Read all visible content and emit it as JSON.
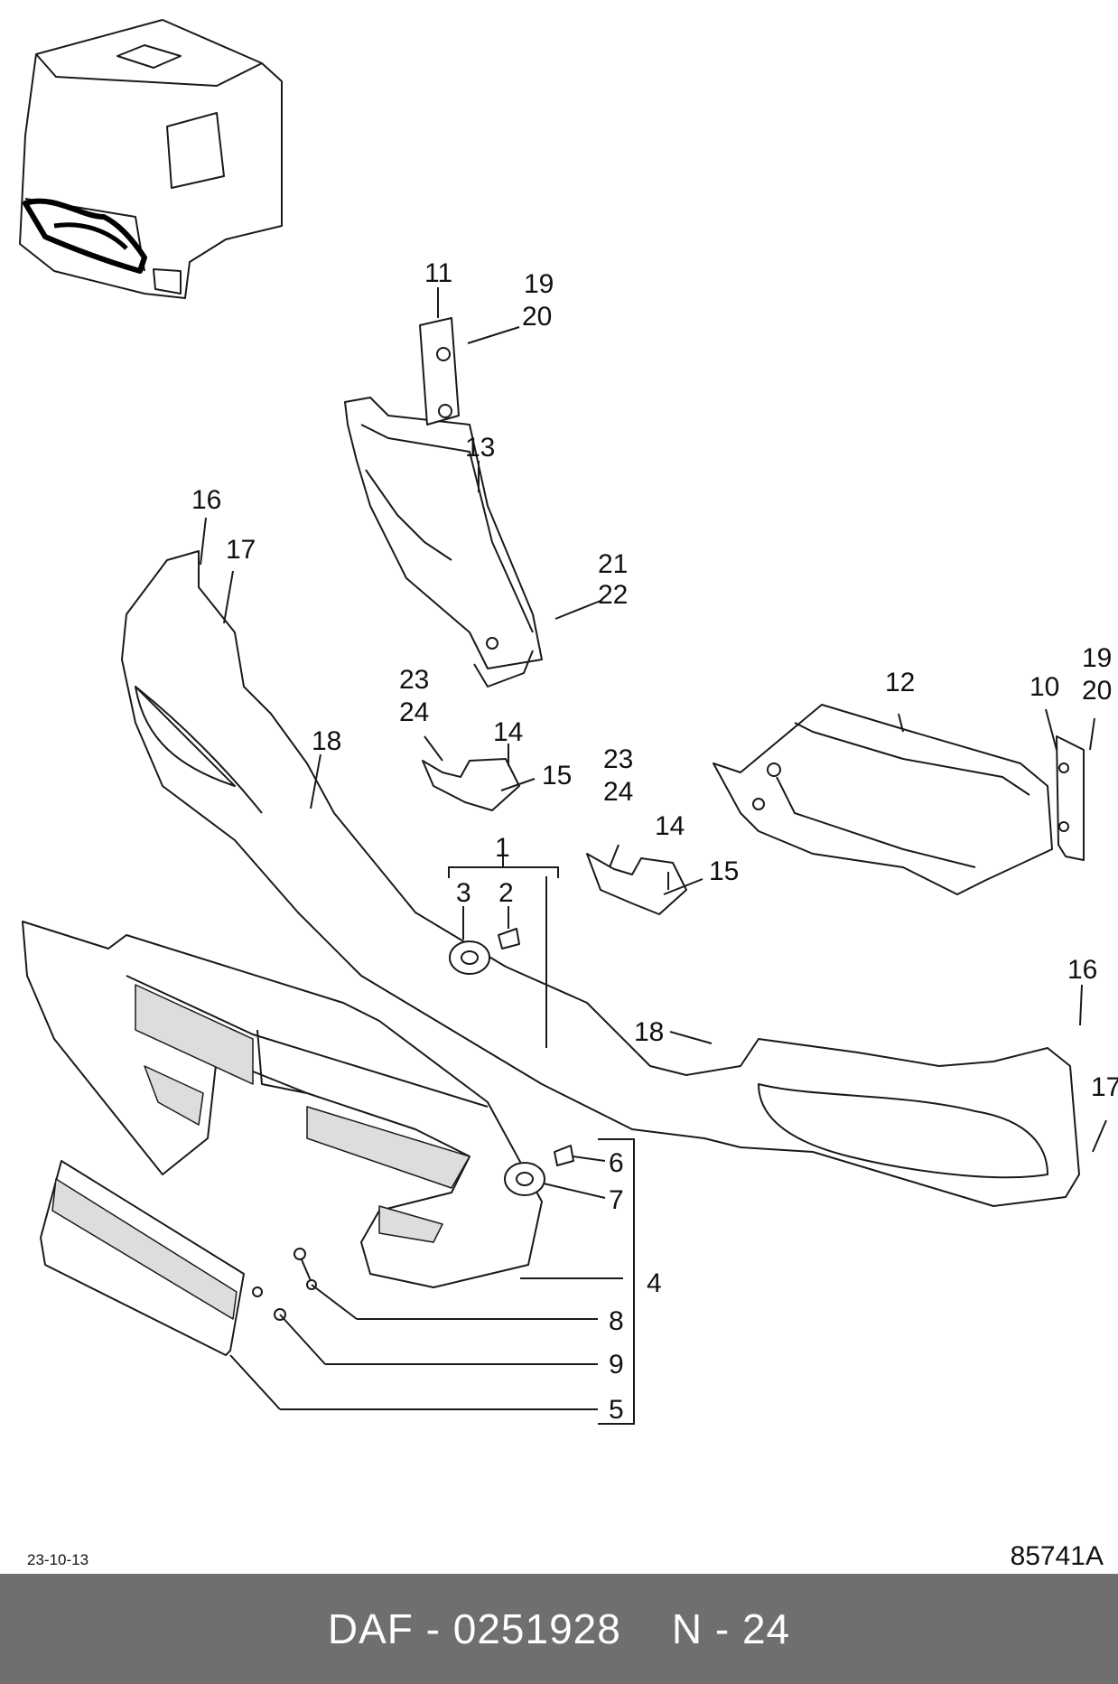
{
  "diagram": {
    "callouts": {
      "c1": "1",
      "c2": "2",
      "c3": "3",
      "c4": "4",
      "c5": "5",
      "c6": "6",
      "c7": "7",
      "c8": "8",
      "c9": "9",
      "c10": "10",
      "c11": "11",
      "c12": "12",
      "c13": "13",
      "c14": "14",
      "c15": "15",
      "c16": "16",
      "c17": "17",
      "c18": "18",
      "c19": "19",
      "c20": "20",
      "c21": "21",
      "c22": "22",
      "c23": "23",
      "c24": "24"
    }
  },
  "footer": {
    "date": "23-10-13",
    "drawing_code": "85741A",
    "brand": "DAF",
    "separator": "-",
    "part_number": "0251928",
    "page_ref": "N - 24"
  },
  "colors": {
    "banner": "#6f6f6f",
    "line": "#1a1a1a",
    "text": "#111111"
  }
}
